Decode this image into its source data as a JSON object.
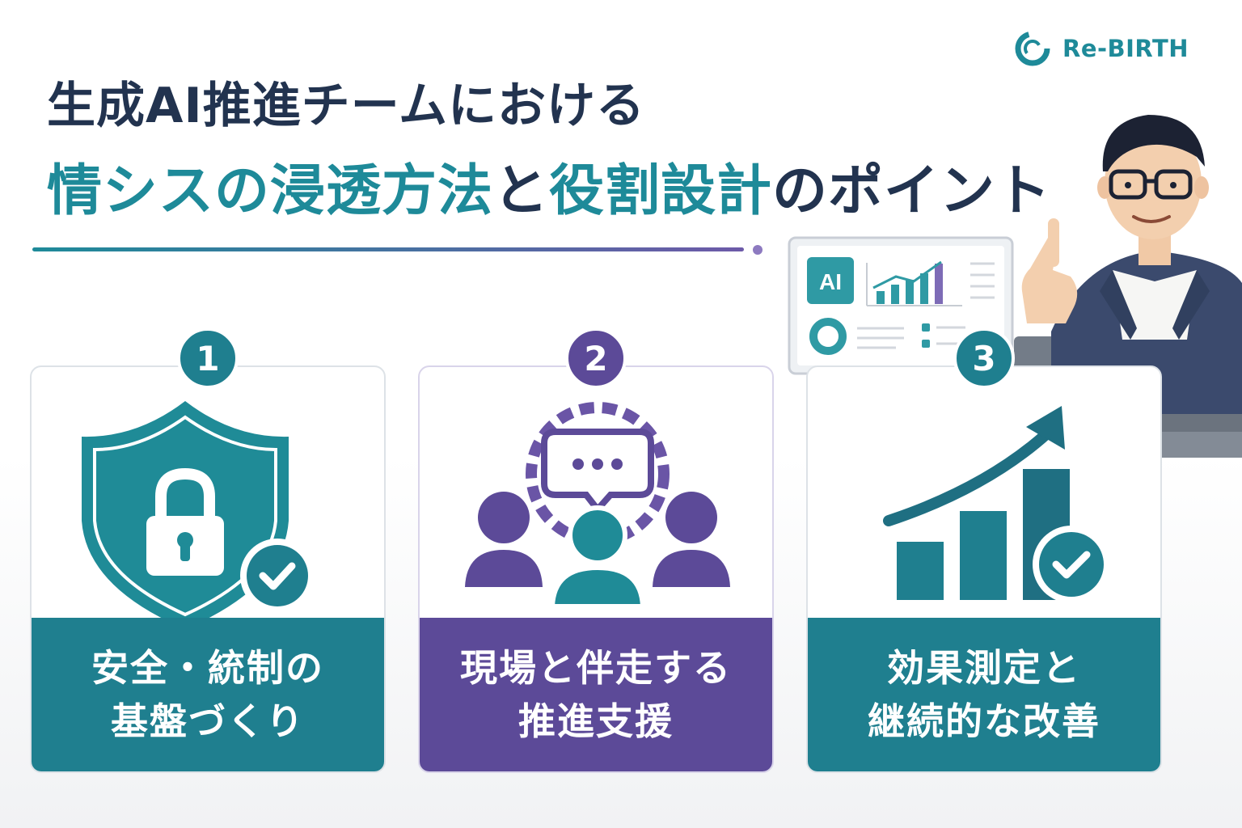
{
  "brand": {
    "name": "Re-BIRTH",
    "color": "#1e8a99"
  },
  "title": {
    "line1": "生成AI推進チームにおける",
    "line2_part1": "情シスの浸透方法",
    "line2_part2": "と",
    "line2_part3": "役割設計",
    "line2_part4": "のポイント"
  },
  "monitor": {
    "ai_label": "AI"
  },
  "cards": [
    {
      "number": "1",
      "label_lines": [
        "安全・統制の",
        "基盤づくり"
      ],
      "icon": "shield-lock-check-icon",
      "color": "#1f7f8f"
    },
    {
      "number": "2",
      "label_lines": [
        "現場と伴走する",
        "推進支援"
      ],
      "icon": "team-gear-chat-icon",
      "color": "#5c4a98"
    },
    {
      "number": "3",
      "label_lines": [
        "効果測定と",
        "継続的な改善"
      ],
      "icon": "growth-chart-check-icon",
      "color": "#1f7f8f"
    }
  ],
  "colors": {
    "teal": "#1f7f8f",
    "purple": "#5c4a98",
    "navy": "#22334f"
  }
}
